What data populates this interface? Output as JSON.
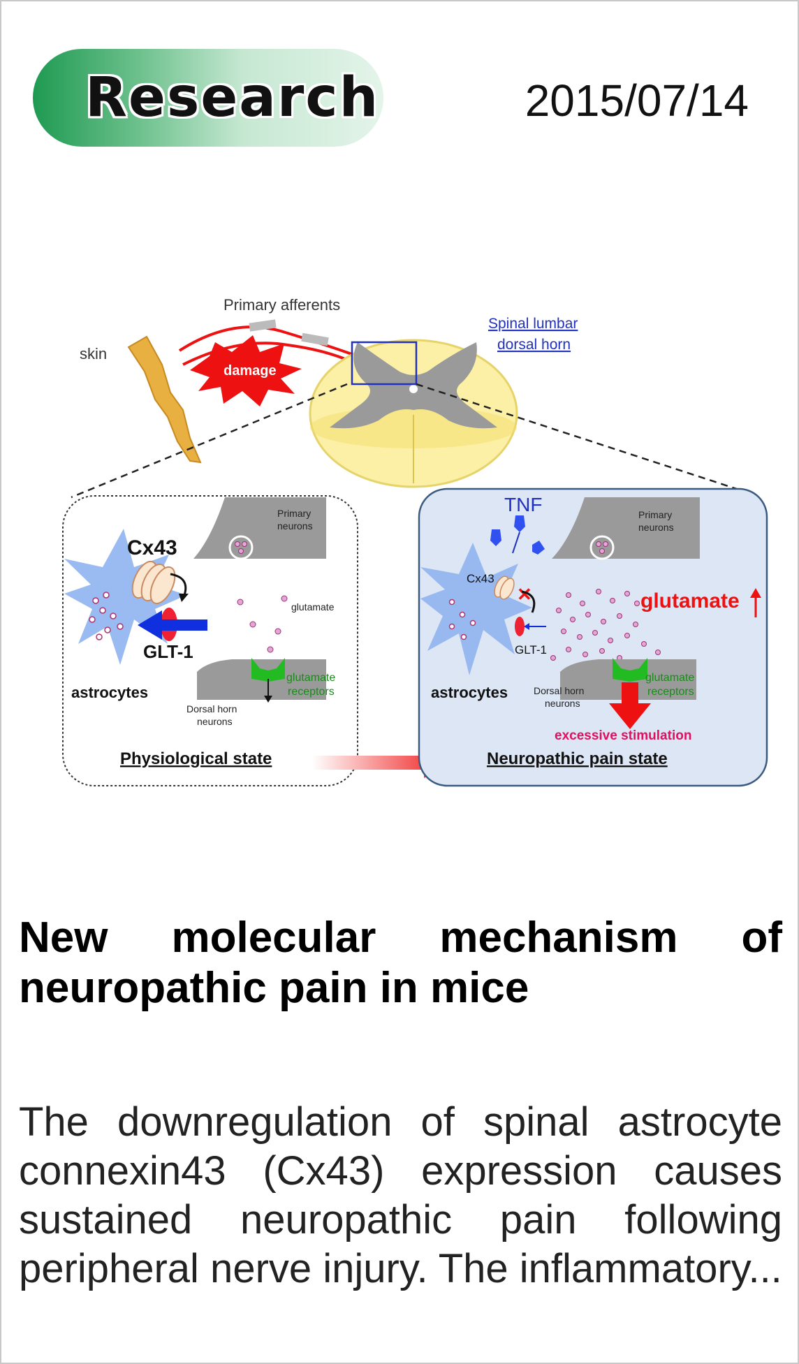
{
  "badge": {
    "label": "Research"
  },
  "date": "2015/07/14",
  "figure": {
    "skin": "skin",
    "primary_afferents": "Primary afferents",
    "damage": "damage",
    "spinal_line1": "Spinal lumbar",
    "spinal_line2": "dorsal horn",
    "left": {
      "primary_line1": "Primary",
      "primary_line2": "neurons",
      "cx43": "Cx43",
      "glt1": "GLT-1",
      "glutamate": "glutamate",
      "receptor_line1": "glutamate",
      "receptor_line2": "receptors",
      "astrocytes": "astrocytes",
      "dorsal_line1": "Dorsal horn",
      "dorsal_line2": "neurons",
      "state": "Physiological state"
    },
    "right": {
      "tnf": "TNF",
      "primary_line1": "Primary",
      "primary_line2": "neurons",
      "cx43": "Cx43",
      "glt1": "GLT-1",
      "glutamate": "glutamate",
      "receptor_line1": "glutamate",
      "receptor_line2": "receptors",
      "astrocytes": "astrocytes",
      "dorsal_line1": "Dorsal horn",
      "dorsal_line2": "neurons",
      "stimulation": "excessive stimulation",
      "state": "Neuropathic pain state"
    },
    "colors": {
      "cord": "#fbf0a6",
      "grey_matter": "#9a9a9a",
      "astrocyte": "#8fb4f0",
      "receptor": "#22bb22",
      "arrow_red": "#ee1111",
      "arrow_blue": "#1030e0",
      "right_panel": "#dde6f4"
    }
  },
  "article": {
    "title": "New molecular mechanism of neuropathic pain in mice",
    "summary": "The downregulation of spinal astrocyte connexin43 (Cx43) expression causes sustained neuropathic pain following peripheral nerve injury. The inflammatory..."
  }
}
